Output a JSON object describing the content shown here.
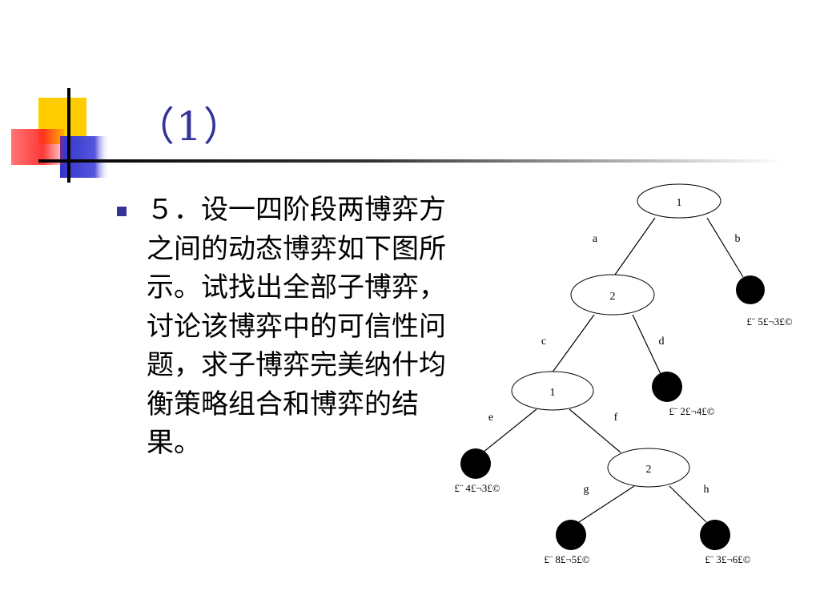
{
  "slide": {
    "title": "（1）",
    "body": "５．设一四阶段两博弈方之间的动态博弈如下图所示。试找出全部子博弈，讨论该博弈中的可信性问题，求子博弈完美纳什均衡策略组合和博弈的结果。"
  },
  "colors": {
    "title": "#333399",
    "bullet": "#333399",
    "yellow": "#ffcc00",
    "blue": "#3333cc",
    "red": "#ff3333"
  },
  "tree": {
    "nodes": [
      {
        "id": "n1",
        "type": "decision",
        "label": "1"
      },
      {
        "id": "n2",
        "type": "decision",
        "label": "2"
      },
      {
        "id": "n3",
        "type": "decision",
        "label": "1"
      },
      {
        "id": "n4",
        "type": "decision",
        "label": "2"
      },
      {
        "id": "tb",
        "type": "terminal",
        "payoff": "£¨ 5£¬3£©"
      },
      {
        "id": "td",
        "type": "terminal",
        "payoff": "£¨ 2£¬4£©"
      },
      {
        "id": "te",
        "type": "terminal",
        "payoff": "£¨ 4£¬3£©"
      },
      {
        "id": "tg",
        "type": "terminal",
        "payoff": "£¨ 8£¬5£©"
      },
      {
        "id": "th",
        "type": "terminal",
        "payoff": "£¨ 3£¬6£©"
      }
    ],
    "edges": [
      {
        "from": "n1",
        "to": "n2",
        "label": "a"
      },
      {
        "from": "n1",
        "to": "tb",
        "label": "b"
      },
      {
        "from": "n2",
        "to": "n3",
        "label": "c"
      },
      {
        "from": "n2",
        "to": "td",
        "label": "d"
      },
      {
        "from": "n3",
        "to": "te",
        "label": "e"
      },
      {
        "from": "n3",
        "to": "n4",
        "label": "f"
      },
      {
        "from": "n4",
        "to": "tg",
        "label": "g"
      },
      {
        "from": "n4",
        "to": "th",
        "label": "h"
      }
    ]
  }
}
